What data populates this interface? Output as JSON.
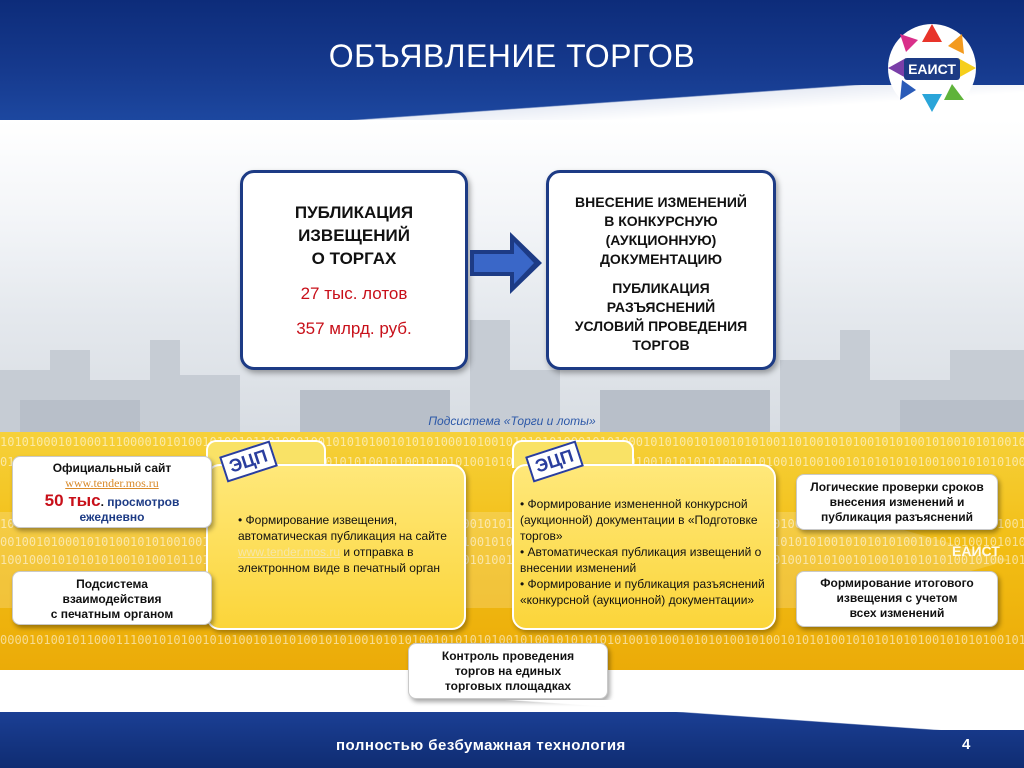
{
  "header": {
    "title": "ОБЪЯВЛЕНИЕ ТОРГОВ",
    "logo_text": "ЕАИСТ"
  },
  "publication_box": {
    "line1": "ПУБЛИКАЦИЯ",
    "line2": "ИЗВЕЩЕНИЙ",
    "line3": "О ТОРГАХ",
    "lots": "27 тыс. лотов",
    "amount": "357 млрд. руб."
  },
  "changes_box": {
    "line1": "ВНЕСЕНИЕ ИЗМЕНЕНИЙ",
    "line2": "В КОНКУРСНУЮ",
    "line3": "(АУКЦИОННУЮ)",
    "line4": "ДОКУМЕНТАЦИЮ",
    "line5": "ПУБЛИКАЦИЯ",
    "line6": "РАЗЪЯСНЕНИЙ",
    "line7": "УСЛОВИЙ ПРОВЕДЕНИЯ",
    "line8": "ТОРГОВ"
  },
  "subsystem_caption": "Подсистема «Торги и лоты»",
  "site_box": {
    "title": "Официальный сайт",
    "url": "www.tender.mos.ru",
    "views_number": "50 тыс",
    "views_dot": ".",
    "views_text": "просмотров",
    "views_suffix": "ежедневно"
  },
  "print_box": {
    "line1": "Подсистема",
    "line2": "взаимодействия",
    "line3": "с печатным органом"
  },
  "left_card": {
    "stamp": "ЭЦП",
    "part1": "•  Формирование извещения, автоматическая публикация на сайте ",
    "link": "www.tender.mos.ru",
    "part2": " и отправка в электронном виде в печатный орган"
  },
  "mid_card": {
    "stamp": "ЭЦП",
    "item1": "•  Формирование измененной конкурсной (аукционной) документации в «Подготовке торгов»",
    "item2": "•  Автоматическая публикация извещений о внесении изменений",
    "item3": "•  Формирование и публикация разъяснений «конкурсной (аукционной) документации»"
  },
  "checks_box": {
    "line1": "Логические проверки сроков",
    "line2": "внесения изменений и",
    "line3": "публикация разъяснений"
  },
  "final_box": {
    "line1": "Формирование итогового",
    "line2": "извещения с учетом",
    "line3": "всех изменений"
  },
  "control_box": {
    "line1": "Контроль проведения",
    "line2": "торгов на единых",
    "line3": "торговых площадках"
  },
  "band_mark": "ЕАИСТ",
  "footer": {
    "tagline": "полностью безбумажная технология",
    "page": "4"
  },
  "colors": {
    "header_blue": "#163a8e",
    "box_border": "#1d3b85",
    "band_yellow": "#f2bd14",
    "accent_red": "#c8101a"
  }
}
